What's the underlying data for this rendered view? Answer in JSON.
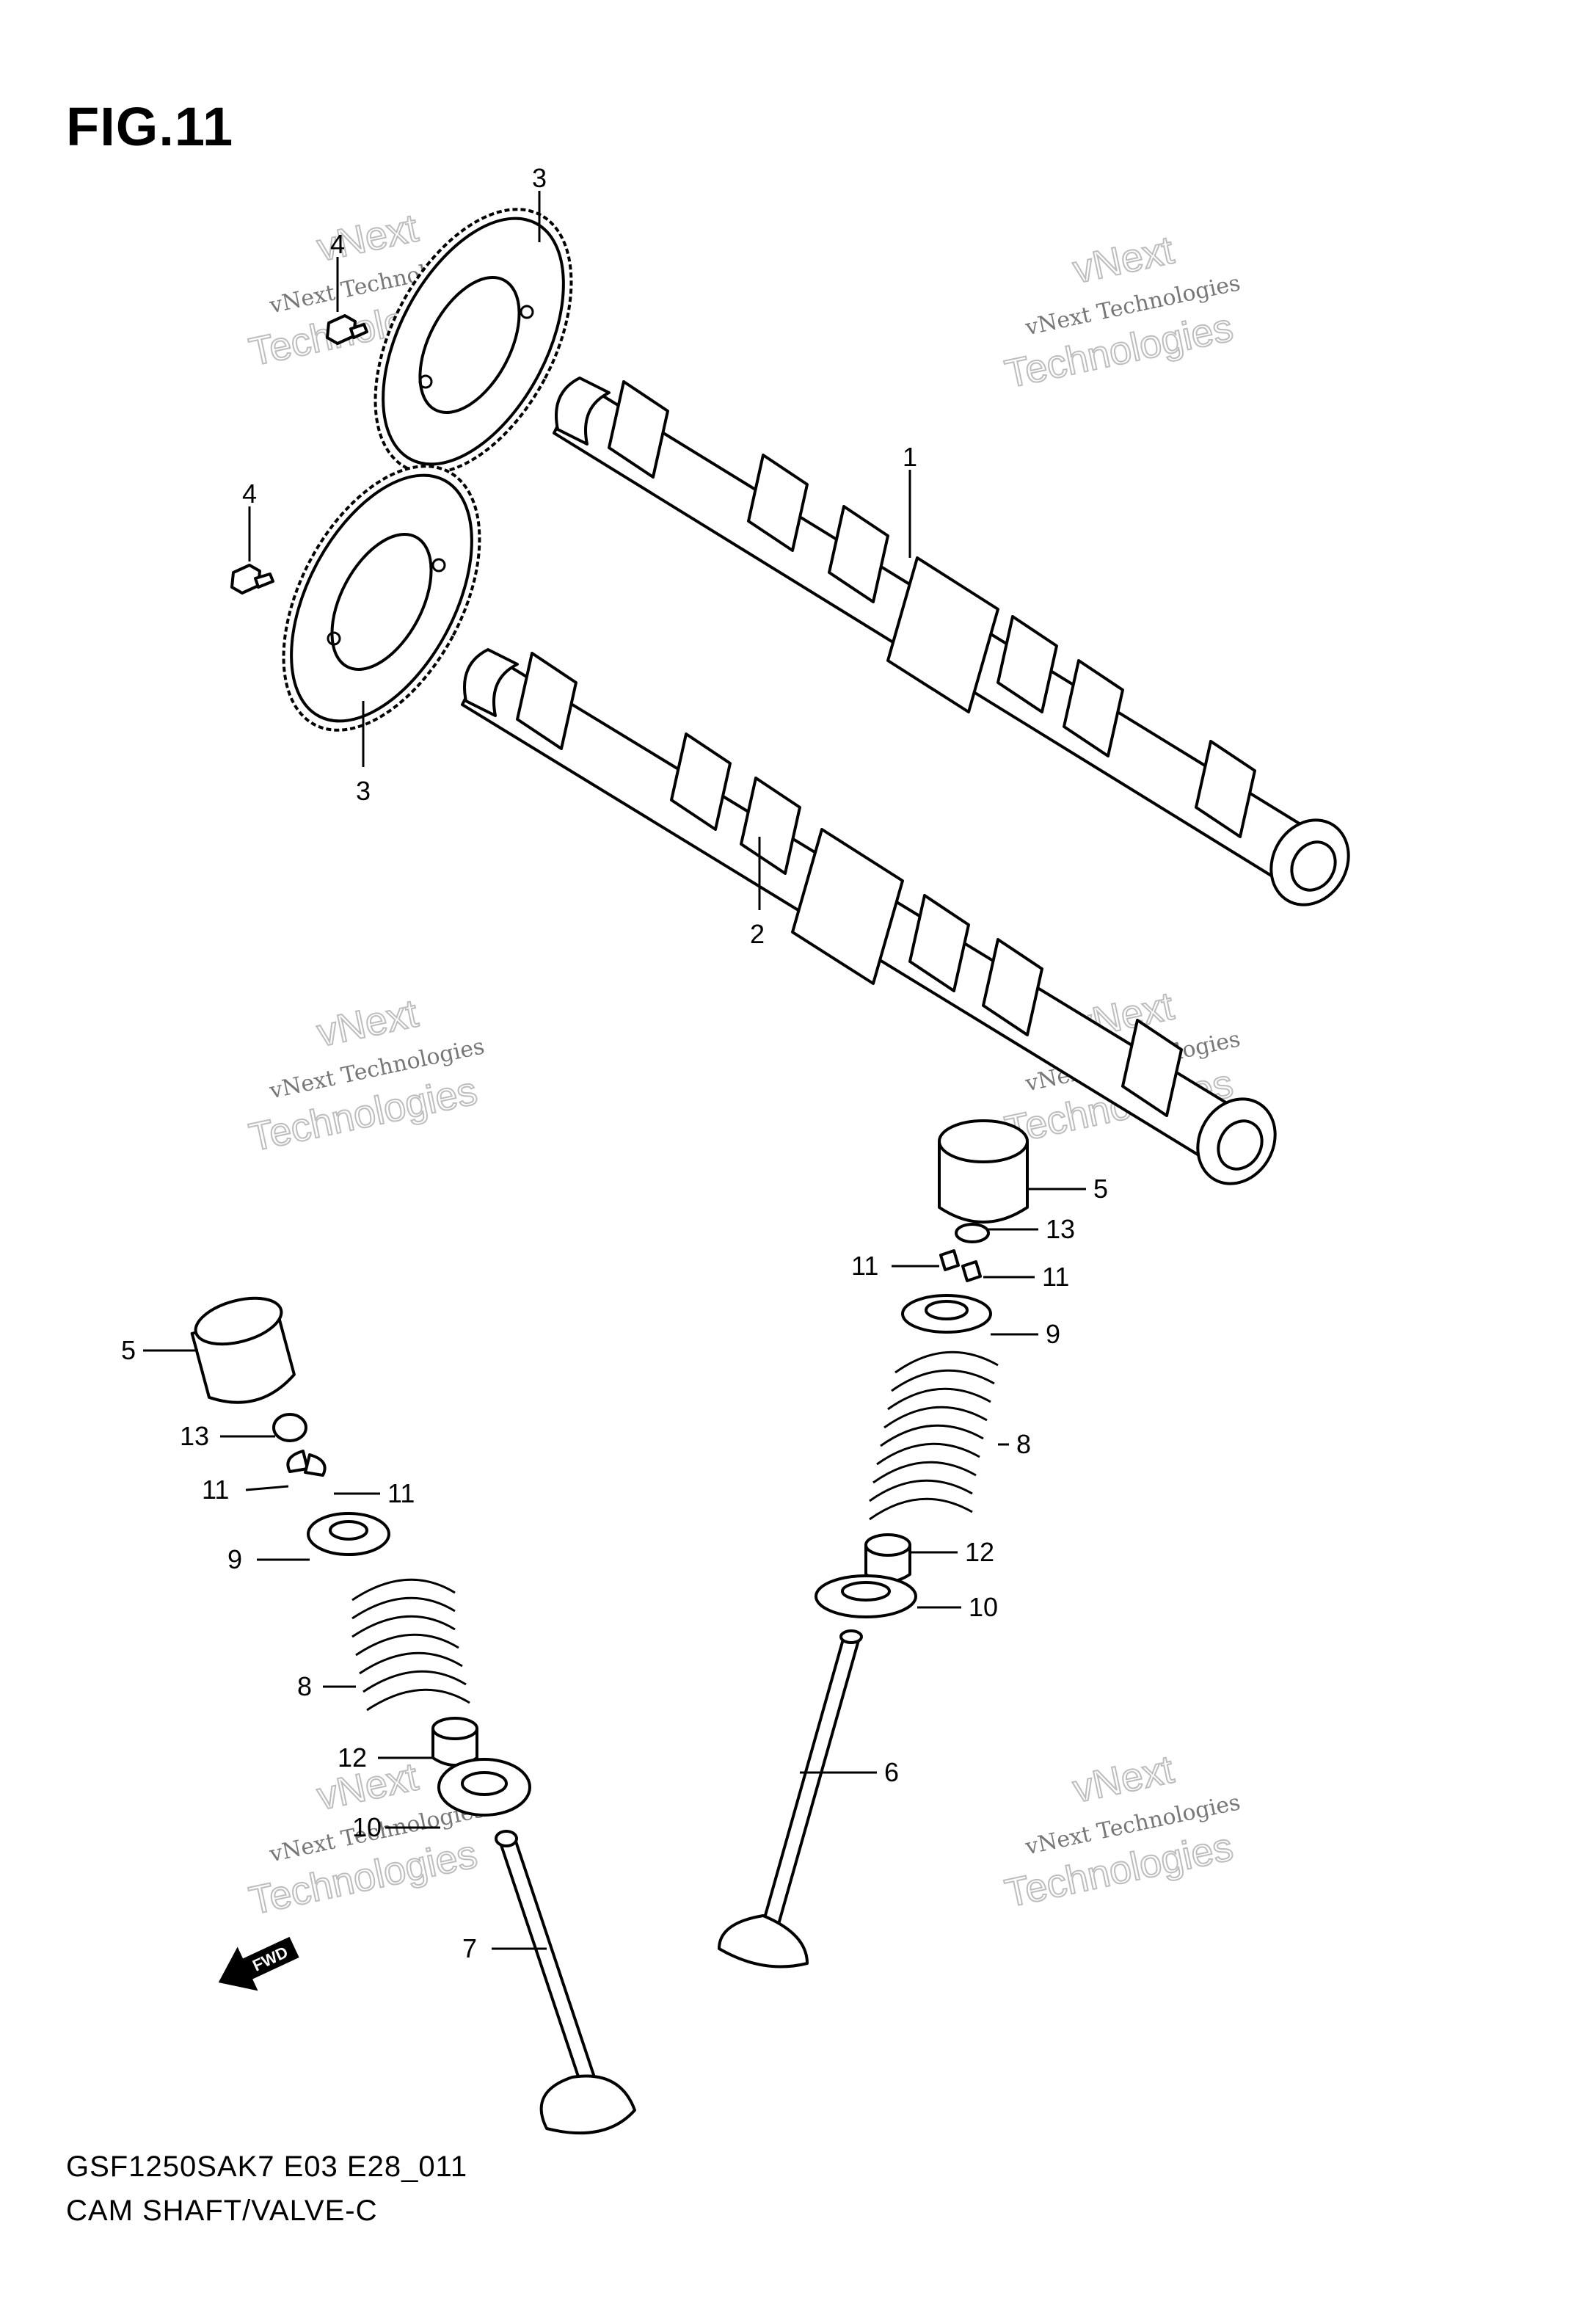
{
  "figure": {
    "title": "FIG.11",
    "diagram_code": "GSF1250SAK7 E03 E28_011",
    "diagram_name": "CAM SHAFT/VALVE-C",
    "direction_badge": "FWD"
  },
  "watermark": {
    "brand_top": "vNext",
    "brand_line": "vNext Technologies",
    "brand_bottom": "Technologies"
  },
  "callouts": [
    {
      "id": "c1",
      "label": "1"
    },
    {
      "id": "c2",
      "label": "2"
    },
    {
      "id": "c3a",
      "label": "3"
    },
    {
      "id": "c3b",
      "label": "3"
    },
    {
      "id": "c4a",
      "label": "4"
    },
    {
      "id": "c4b",
      "label": "4"
    },
    {
      "id": "c5a",
      "label": "5"
    },
    {
      "id": "c5b",
      "label": "5"
    },
    {
      "id": "c6",
      "label": "6"
    },
    {
      "id": "c7",
      "label": "7"
    },
    {
      "id": "c8a",
      "label": "8"
    },
    {
      "id": "c8b",
      "label": "8"
    },
    {
      "id": "c9a",
      "label": "9"
    },
    {
      "id": "c9b",
      "label": "9"
    },
    {
      "id": "c10a",
      "label": "10"
    },
    {
      "id": "c10b",
      "label": "10"
    },
    {
      "id": "c11a",
      "label": "11"
    },
    {
      "id": "c11b",
      "label": "11"
    },
    {
      "id": "c11c",
      "label": "11"
    },
    {
      "id": "c11d",
      "label": "11"
    },
    {
      "id": "c12a",
      "label": "12"
    },
    {
      "id": "c12b",
      "label": "12"
    },
    {
      "id": "c13a",
      "label": "13"
    },
    {
      "id": "c13b",
      "label": "13"
    }
  ]
}
